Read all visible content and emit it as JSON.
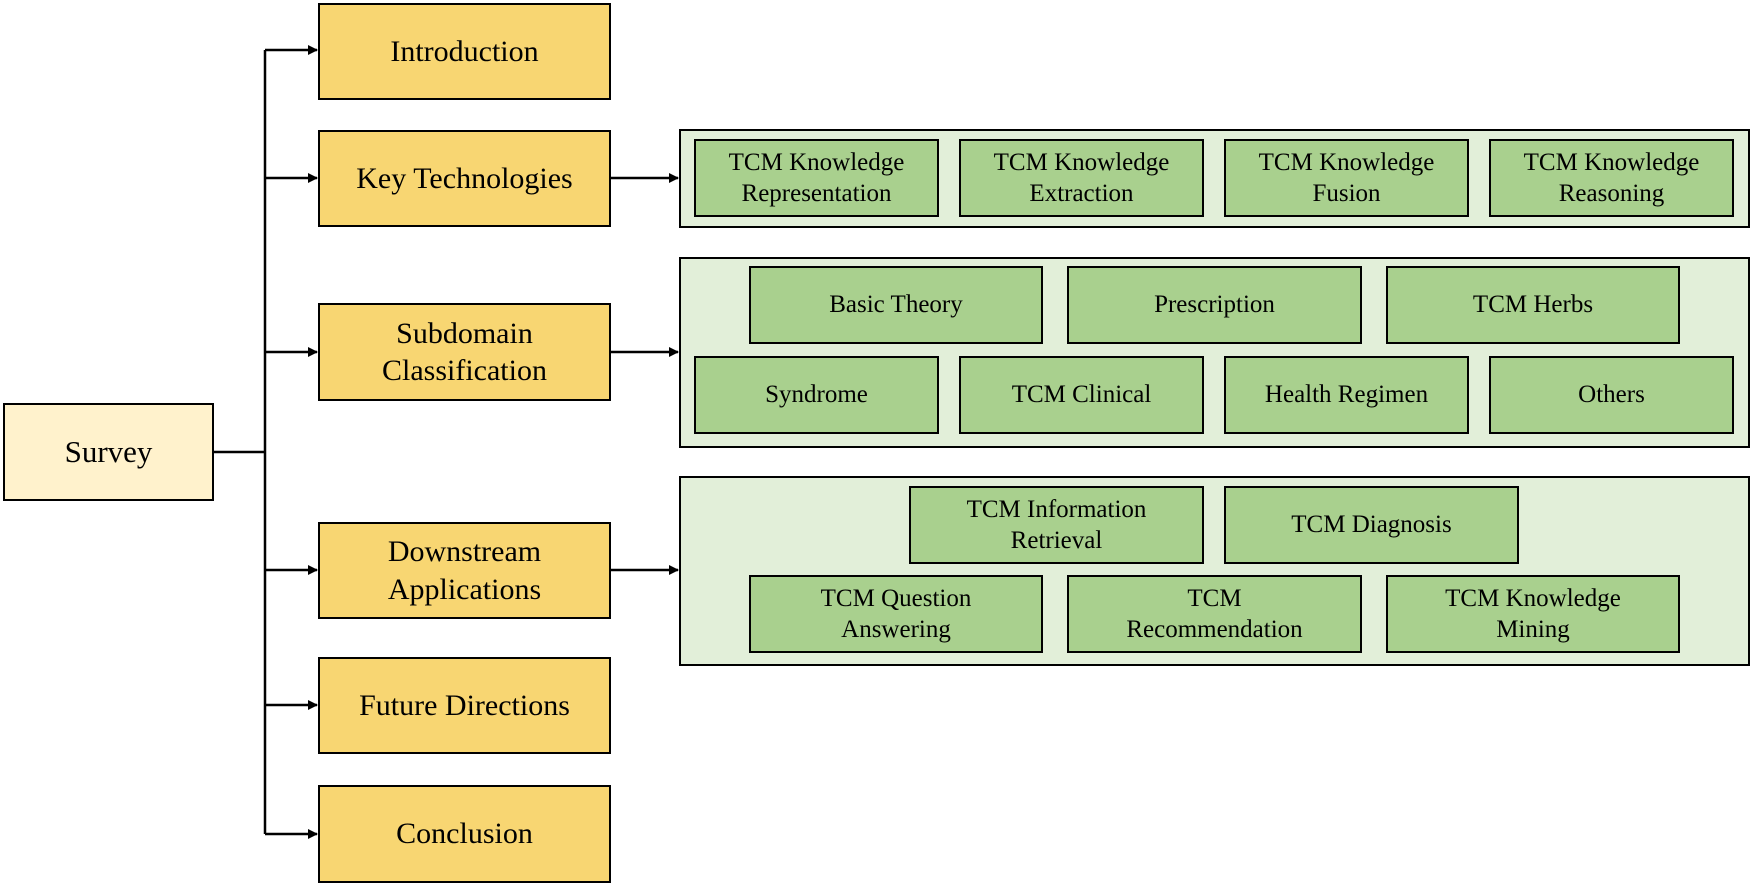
{
  "root": {
    "label": "Survey"
  },
  "sections": [
    {
      "label": "Introduction"
    },
    {
      "label": "Key Technologies"
    },
    {
      "label": "Subdomain Classification"
    },
    {
      "label": "Downstream Applications"
    },
    {
      "label": "Future Directions"
    },
    {
      "label": "Conclusion"
    }
  ],
  "key_technologies": [
    {
      "label": "TCM Knowledge Representation"
    },
    {
      "label": "TCM Knowledge Extraction"
    },
    {
      "label": "TCM Knowledge Fusion"
    },
    {
      "label": "TCM Knowledge Reasoning"
    }
  ],
  "subdomains": [
    {
      "label": "Basic Theory"
    },
    {
      "label": "Prescription"
    },
    {
      "label": "TCM Herbs"
    },
    {
      "label": "Syndrome"
    },
    {
      "label": "TCM Clinical"
    },
    {
      "label": "Health Regimen"
    },
    {
      "label": "Others"
    }
  ],
  "applications": [
    {
      "label": "TCM Information Retrieval"
    },
    {
      "label": "TCM Diagnosis"
    },
    {
      "label": "TCM Question Answering"
    },
    {
      "label": "TCM Recommendation"
    },
    {
      "label": "TCM Knowledge Mining"
    }
  ]
}
